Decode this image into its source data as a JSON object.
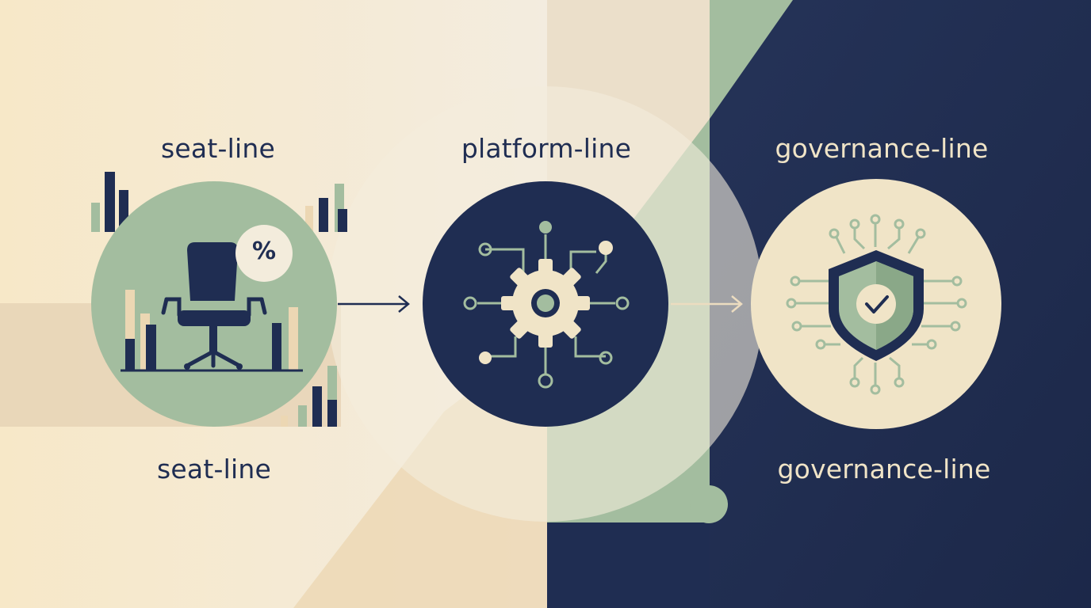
{
  "stages": [
    {
      "id": "seat",
      "label_top": "seat-line",
      "label_bottom": "seat-line",
      "icon": "office-chair-icon",
      "badge": "%"
    },
    {
      "id": "platform",
      "label_top": "platform-line",
      "icon": "gear-network-icon"
    },
    {
      "id": "governance",
      "label_top": "governance-line",
      "label_bottom": "governance-line",
      "icon": "shield-check-circuit-icon"
    }
  ],
  "colors": {
    "navy": "#1f2d52",
    "sage": "#a3bd9f",
    "cream": "#f0e4c7",
    "sand": "#ead8b8",
    "text_dark": "#1f2d52",
    "text_light": "#f0e4c7"
  }
}
